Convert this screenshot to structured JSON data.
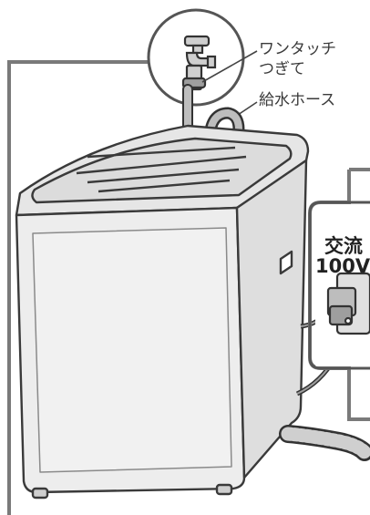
{
  "labels": {
    "connector_line1": "ワンタッチ",
    "connector_line2": "つぎて",
    "hose": "給水ホース",
    "outlet_line1": "交流",
    "outlet_line2": "100V"
  },
  "colors": {
    "outline": "#3a3a3a",
    "body_fill": "#ececec",
    "lid_fill": "#e2e2e2",
    "hose_fill": "#bdbdbd",
    "callout_line": "#7a7a7a"
  }
}
